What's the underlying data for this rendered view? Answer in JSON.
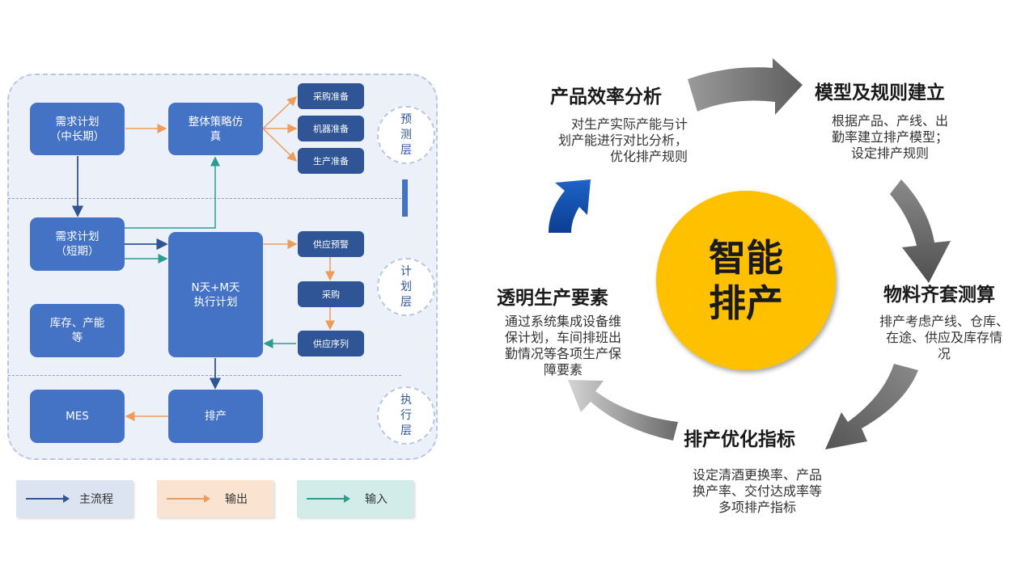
{
  "left_diagram": {
    "boxes": {
      "demand_mid": "需求计划\n（中长期）",
      "strategy": "整体策略仿\n真",
      "demand_short": "需求计划\n（短期）",
      "nm_plan": "N天+M天\n执行计划",
      "inventory": "库存、产能\n等",
      "mes": "MES",
      "scheduling": "排产"
    },
    "small_boxes": {
      "procurement_prep": "采购准备",
      "machine_prep": "机器准备",
      "production_prep": "生产准备",
      "supply_warning": "供应预警",
      "purchase": "采购",
      "supply_sequence": "供应序列"
    },
    "layers": {
      "forecast": "预\n测\n层",
      "plan": "计\n划\n层",
      "execute": "执\n行\n层"
    },
    "legend": {
      "main_flow": "主流程",
      "output": "输出",
      "input": "输入"
    },
    "colors": {
      "main_flow": "#2f5597",
      "output": "#ed9c5a",
      "input": "#2a9d8f"
    }
  },
  "cycle": {
    "center": "智能\n排产",
    "steps": [
      {
        "title": "产品效率分析",
        "desc": "对生产实际产能与计\n划产能进行对比分析，\n优化排产规则"
      },
      {
        "title": "模型及规则建立",
        "desc": "根据产品、产线、出\n勤率建立排产模型；\n设定排产规则"
      },
      {
        "title": "物料齐套测算",
        "desc": "排产考虑产线、仓库、\n在途、供应及库存情\n况"
      },
      {
        "title": "排产优化指标",
        "desc": "设定清酒更换率、产品\n换产率、交付达成率等\n多项排产指标"
      },
      {
        "title": "透明生产要素",
        "desc": "通过系统集成设备维\n保计划，车间排班出\n勤情况等各项生产保\n障要素"
      }
    ],
    "colors": {
      "center": "#ffc000",
      "blue_arrow": "#0d47a1",
      "grey_arrow": "#8c8c8c"
    }
  }
}
